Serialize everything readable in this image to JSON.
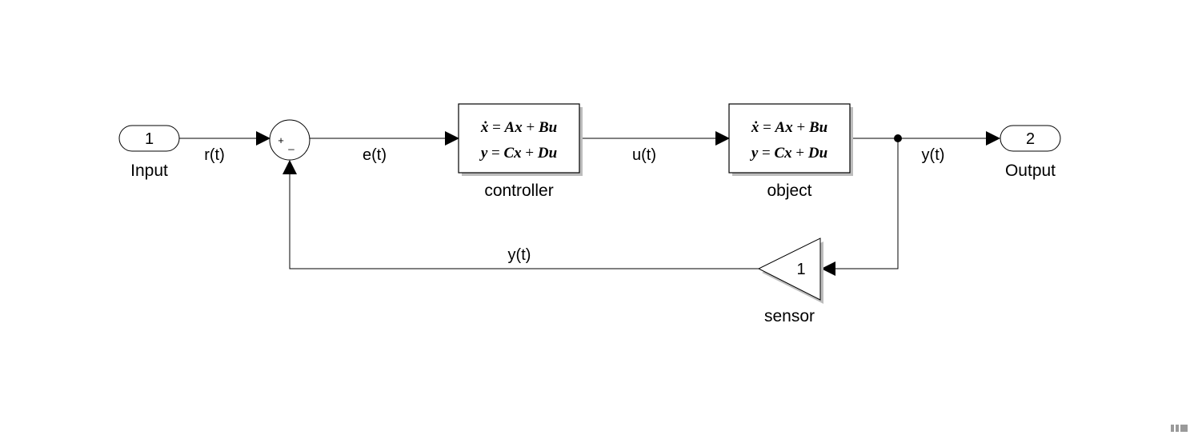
{
  "inport": {
    "number": "1",
    "label": "Input"
  },
  "outport": {
    "number": "2",
    "label": "Output"
  },
  "sum": {
    "top_sign": "+",
    "bottom_sign": "_"
  },
  "controller": {
    "label": "controller",
    "eq1": {
      "lhs": "ẋ",
      "eq": " = ",
      "a": "Ax",
      "plus": " + ",
      "b": "Bu"
    },
    "eq2": {
      "lhs": "y",
      "eq": " = ",
      "a": "Cx",
      "plus": " + ",
      "b": "Du"
    }
  },
  "plant": {
    "label": "object",
    "eq1": {
      "lhs": "ẋ",
      "eq": " = ",
      "a": "Ax",
      "plus": " + ",
      "b": "Bu"
    },
    "eq2": {
      "lhs": "y",
      "eq": " = ",
      "a": "Cx",
      "plus": " + ",
      "b": "Du"
    }
  },
  "sensor": {
    "label": "sensor",
    "gain": "1"
  },
  "signals": {
    "r": "r(t)",
    "e": "e(t)",
    "u": "u(t)",
    "y_out": "y(t)",
    "y_feedback": "y(t)"
  }
}
